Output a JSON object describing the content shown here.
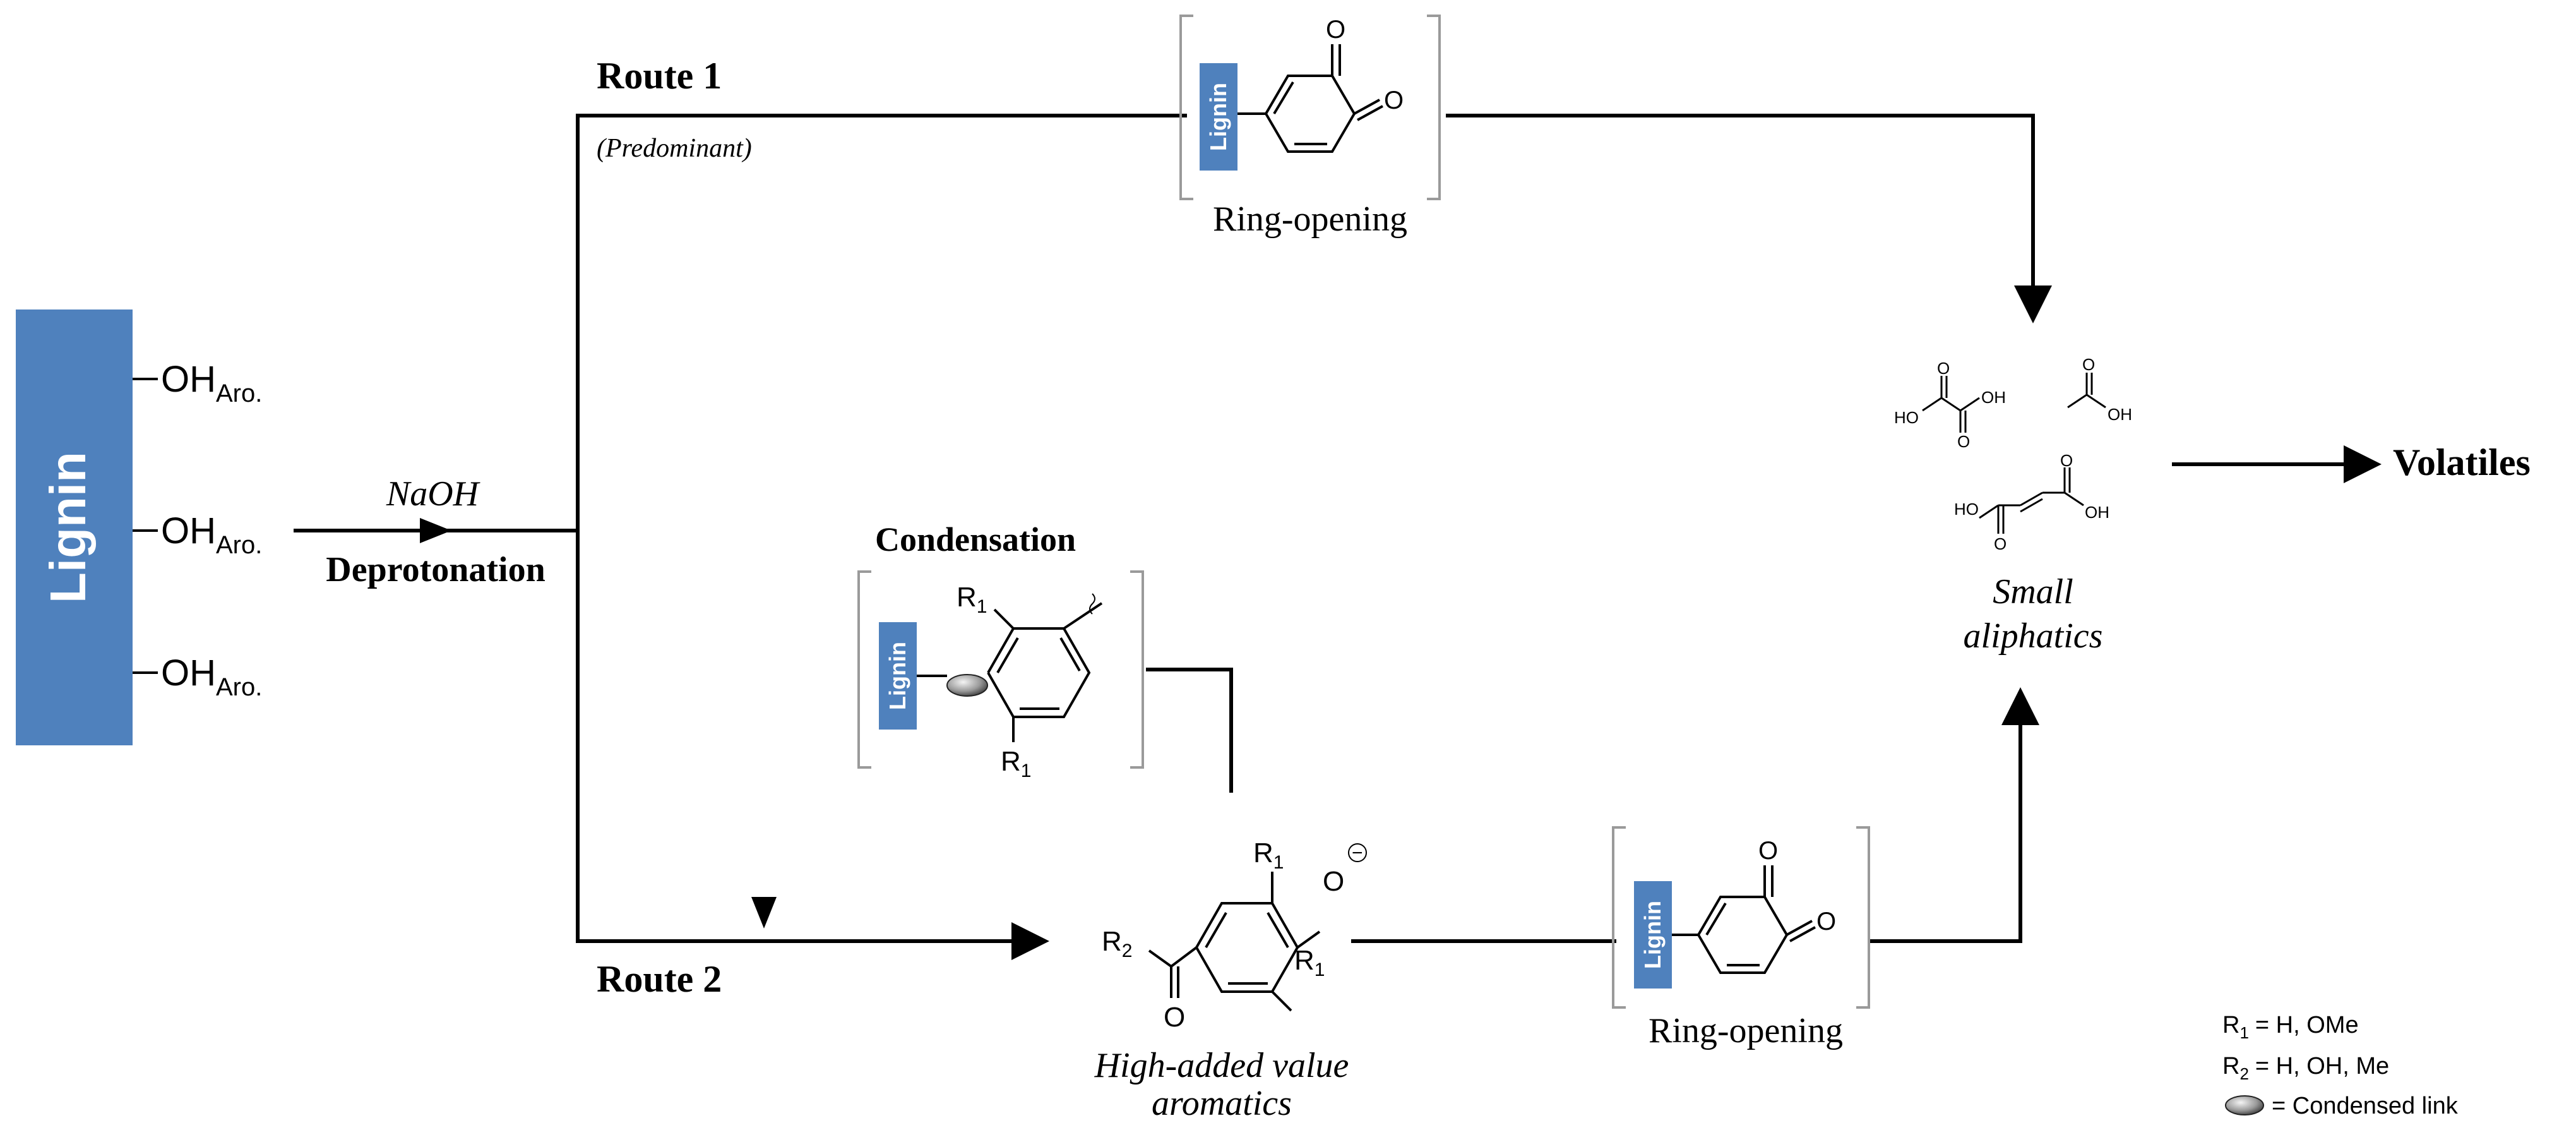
{
  "lignin_box": {
    "label": "Lignin",
    "color": "#4f81bd",
    "substituent_prefix": "OH",
    "substituent_sub": "Aro."
  },
  "reagent": {
    "name": "NaOH",
    "step": "Deprotonation"
  },
  "route1": {
    "label": "Route 1",
    "note": "(Predominant)"
  },
  "route2": {
    "label": "Route 2"
  },
  "intermediates": {
    "ring_opening_1": {
      "caption": "Ring-opening",
      "tag": "Lignin"
    },
    "ring_opening_2": {
      "caption": "Ring-opening",
      "tag": "Lignin"
    },
    "condensation": {
      "title": "Condensation",
      "tag": "Lignin"
    }
  },
  "structure_labels": {
    "R1": "R",
    "R2": "R",
    "sub1": "1",
    "sub2": "2",
    "O": "O",
    "HO": "HO",
    "OH": "OH",
    "charge": "−"
  },
  "aromatics": {
    "line1": "High-added value",
    "line2": "aromatics"
  },
  "aliphatics": {
    "line1": "Small",
    "line2": "aliphatics"
  },
  "product": {
    "label": "Volatiles"
  },
  "legend": {
    "r1_def": "= H, OMe",
    "r2_def": "= H, OH, Me",
    "link_def": "= Condensed link"
  },
  "colors": {
    "lignin_blue": "#4f81bd",
    "line": "#000000",
    "bracket": "#9a9a9a"
  }
}
